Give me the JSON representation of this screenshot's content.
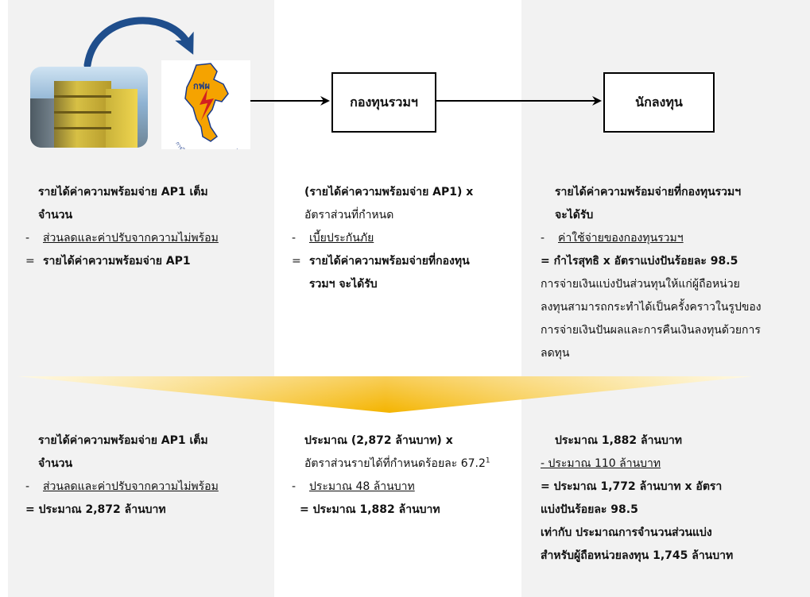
{
  "nodes": {
    "fund": "กองทุนรวมฯ",
    "investor": "นักลงทุน"
  },
  "logo": {
    "center": "กฟผ",
    "ring": "การไฟฟ้าฝ่ายผลิตแห่งประเทศไทย"
  },
  "top_section": {
    "left": {
      "title1": "รายได้ค่าความพร้อมจ่าย AP1 เต็ม",
      "title2": "จำนวน",
      "minus_prefix": "-",
      "minus": "ส่วนลดและค่าปรับจากความไม่พร้อม",
      "eq_prefix": "=",
      "result": "รายได้ค่าความพร้อมจ่าย AP1"
    },
    "middle": {
      "line1": "(รายได้ค่าความพร้อมจ่าย AP1) x",
      "line2": "อัตราส่วนที่กำหนด",
      "minus_prefix": "-",
      "minus": "เบี้ยประกันภัย",
      "eq_prefix": "=",
      "result1": "รายได้ค่าความพร้อมจ่ายที่กองทุน",
      "result2": "รวมฯ จะได้รับ"
    },
    "right": {
      "title1": "รายได้ค่าความพร้อมจ่ายที่กองทุนรวมฯ",
      "title2": "จะได้รับ",
      "minus_prefix": "-",
      "minus": "ค่าใช้จ่ายของกองทุนรวมฯ",
      "result": "= กำไรสุทธิ x อัตราแบ่งปันร้อยละ 98.5",
      "note1": "การจ่ายเงินแบ่งปันส่วนทุนให้แก่ผู้ถือหน่วย",
      "note2": "ลงทุนสามารถกระทำได้เป็นครั้งคราวในรูปของ",
      "note3": "การจ่ายเงินปันผลและการคืนเงินลงทุนด้วยการ",
      "note4": "ลดทุน"
    }
  },
  "bottom_section": {
    "left": {
      "title1": "รายได้ค่าความพร้อมจ่าย AP1 เต็ม",
      "title2": "จำนวน",
      "minus_prefix": "-",
      "minus": "ส่วนลดและค่าปรับจากความไม่พร้อม",
      "result": "=  ประมาณ 2,872 ล้านบาท"
    },
    "middle": {
      "line1": "ประมาณ (2,872 ล้านบาท) x",
      "line2": "อัตราส่วนรายได้ที่กำหนดร้อยละ  67.2",
      "footnote_mark": "1",
      "minus_prefix": "-",
      "minus": "ประมาณ 48 ล้านบาท",
      "result": "= ประมาณ  1,882 ล้านบาท"
    },
    "right": {
      "line1": "ประมาณ 1,882 ล้านบาท",
      "minus": "- ประมาณ 110 ล้านบาท",
      "result1": "= ประมาณ 1,772 ล้านบาท x อัตรา",
      "result2": "แบ่งปันร้อยละ 98.5",
      "result3": "เท่ากับ ประมาณการจำนวนส่วนแบ่ง",
      "result4": "สำหรับผู้ถือหน่วยลงทุน 1,745 ล้านบาท"
    }
  },
  "colors": {
    "chevron_light": "#fde9a6",
    "chevron_dark": "#f4b400",
    "column_shade": "#f2f2f2"
  }
}
